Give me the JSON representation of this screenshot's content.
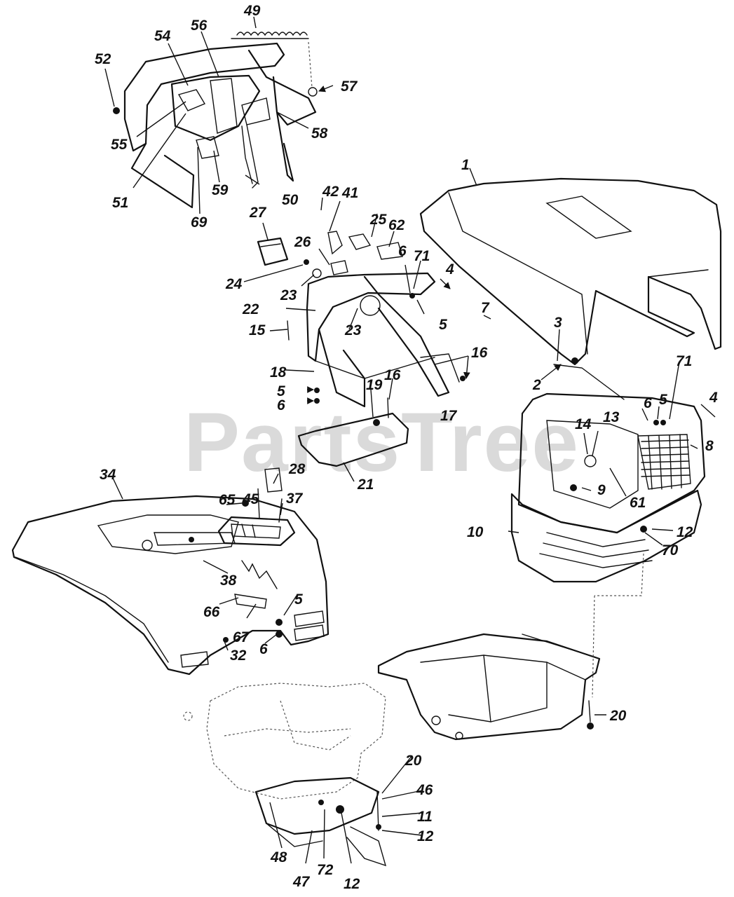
{
  "watermark": "PartsTree",
  "callouts": [
    "1",
    "2",
    "3",
    "4",
    "4",
    "5",
    "5",
    "5",
    "5",
    "6",
    "6",
    "6",
    "6",
    "7",
    "8",
    "9",
    "10",
    "11",
    "12",
    "12",
    "12",
    "13",
    "14",
    "15",
    "16",
    "16",
    "16",
    "17",
    "18",
    "19",
    "20",
    "20",
    "21",
    "22",
    "23",
    "23",
    "24",
    "25",
    "26",
    "27",
    "28",
    "32",
    "34",
    "37",
    "38",
    "41",
    "42",
    "45",
    "46",
    "47",
    "48",
    "49",
    "50",
    "51",
    "52",
    "54",
    "55",
    "56",
    "57",
    "58",
    "59",
    "61",
    "62",
    "65",
    "66",
    "67",
    "69",
    "70",
    "71",
    "71",
    "72"
  ]
}
